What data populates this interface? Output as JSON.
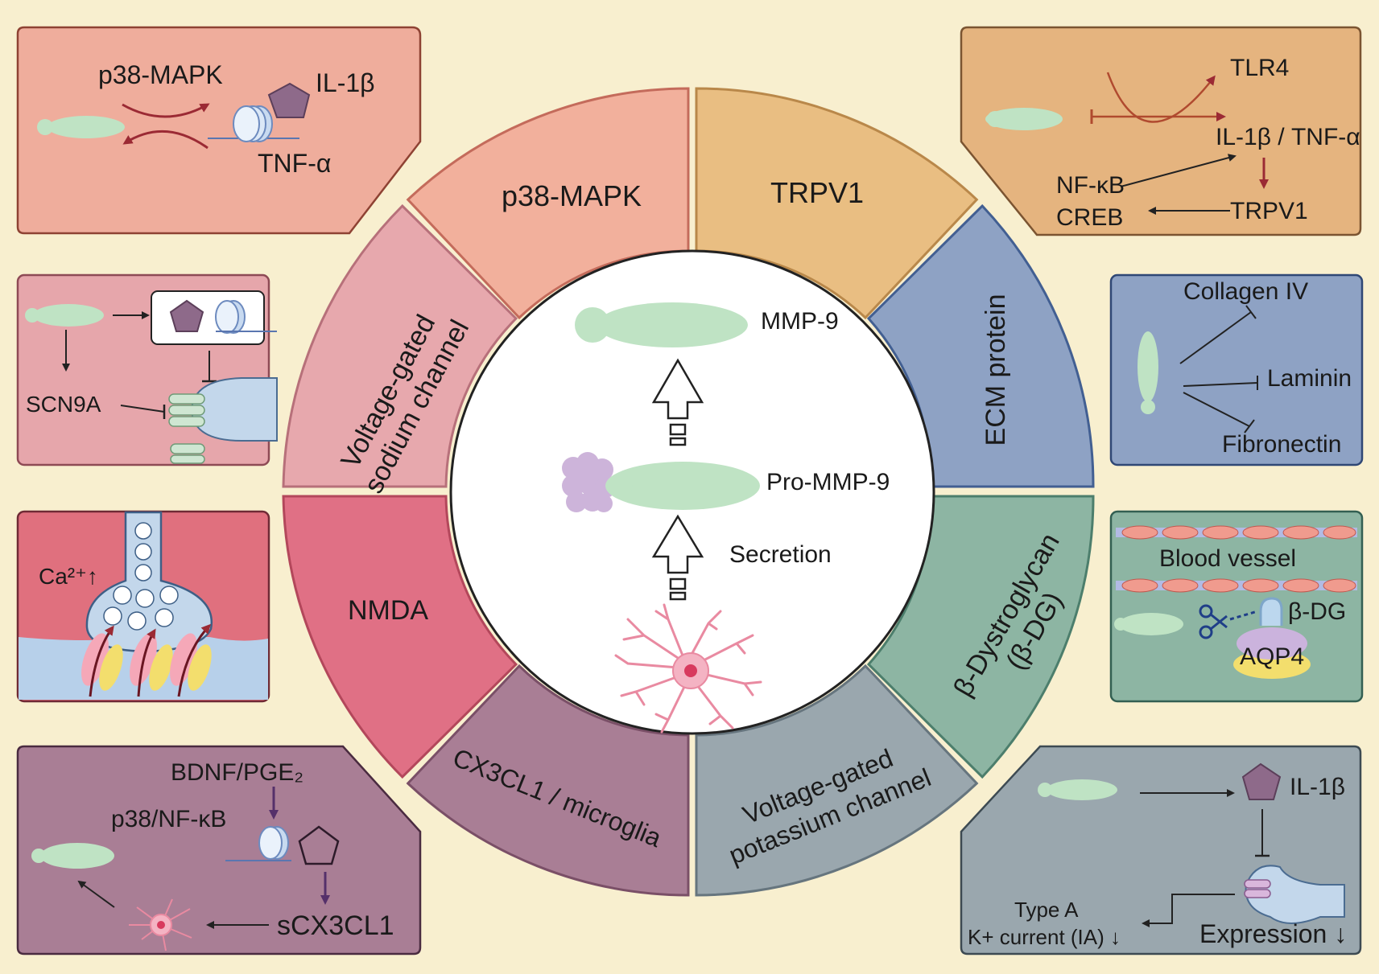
{
  "colors": {
    "background": "#f8efcf",
    "p38": "#f2b09c",
    "trpv1": "#e9be82",
    "ecm": "#8ea2c4",
    "dg": "#8db5a3",
    "kchan": "#9aa7ae",
    "cx3cl1": "#a97e95",
    "nmda": "#e07085",
    "nav": "#e7a8ad",
    "mmp": "#bfe3c4",
    "arrow_red": "#9b2a34",
    "arrow_purple": "#55306a"
  },
  "segments": {
    "p38": "p38-MAPK",
    "trpv1": "TRPV1",
    "ecm": "ECM protein",
    "dg_line1": "β-Dystroglycan",
    "dg_line2": "(β-DG)",
    "kchan_line1": "Voltage-gated",
    "kchan_line2": "potassium channel",
    "cx3cl1": "CX3CL1 / microglia",
    "nmda": "NMDA",
    "nav_line1": "Voltage-gated",
    "nav_line2": "sodium channel"
  },
  "center": {
    "mmp9": "MMP-9",
    "pro_mmp9": "Pro-MMP-9",
    "secretion": "Secretion"
  },
  "panels": {
    "p38": {
      "p38_label": "p38-MAPK",
      "il1b": "IL-1β",
      "tnfa": "TNF-α"
    },
    "trpv1": {
      "tlr4": "TLR4",
      "cytokines": "IL-1β / TNF-α",
      "nfkb": "NF-κB",
      "creb": "CREB",
      "trpv1": "TRPV1"
    },
    "nav": {
      "scn9a": "SCN9A"
    },
    "ecm": {
      "collagen": "Collagen IV",
      "laminin": "Laminin",
      "fibronectin": "Fibronectin"
    },
    "nmda": {
      "ca": "Ca²⁺↑"
    },
    "dg": {
      "vessel": "Blood vessel",
      "bdg": "β-DG",
      "aqp4": "AQP4"
    },
    "cx3cl1": {
      "bdnf": "BDNF/PGE₂",
      "p38nfkb": "p38/NF-κB",
      "scx3cl1": "sCX3CL1"
    },
    "kchan": {
      "il1b": "IL-1β",
      "type_a": "Type A",
      "k_current": "K+ current (IA) ↓",
      "expression": "Expression ↓"
    }
  }
}
